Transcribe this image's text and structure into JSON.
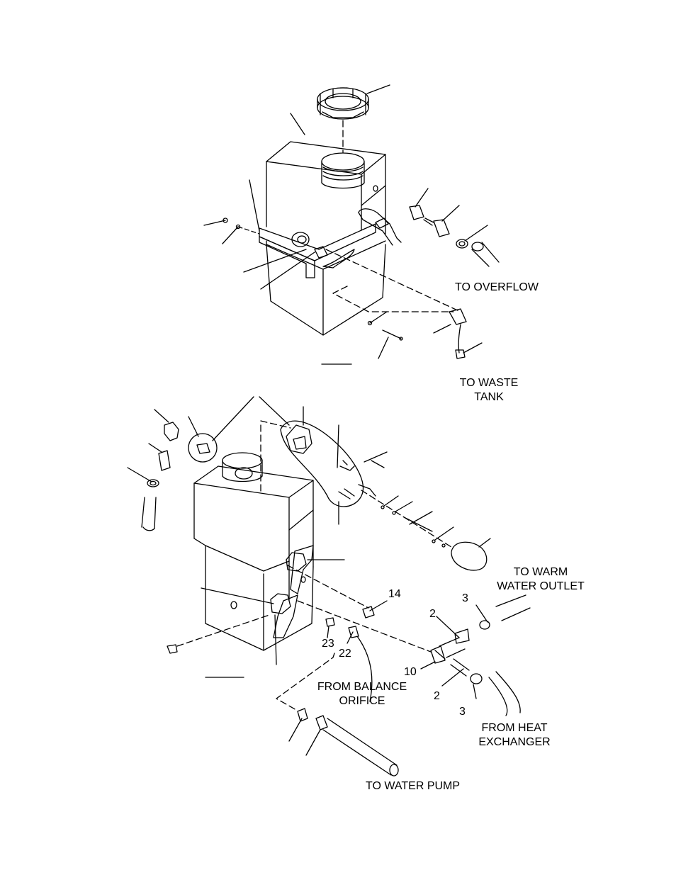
{
  "labels": {
    "to_overflow": "TO OVERFLOW",
    "to_waste_1": "TO WASTE",
    "to_waste_2": "TANK",
    "to_warm_1": "TO WARM",
    "to_warm_2": "WATER OUTLET",
    "from_balance_1": "FROM BALANCE",
    "from_balance_2": "ORIFICE",
    "from_heat_1": "FROM HEAT",
    "from_heat_2": "EXCHANGER",
    "to_water_pump": "TO WATER PUMP"
  },
  "callouts": {
    "c14": "14",
    "c3a": "3",
    "c2a": "2",
    "c23": "23",
    "c22": "22",
    "c10": "10",
    "c2b": "2",
    "c3b": "3"
  }
}
